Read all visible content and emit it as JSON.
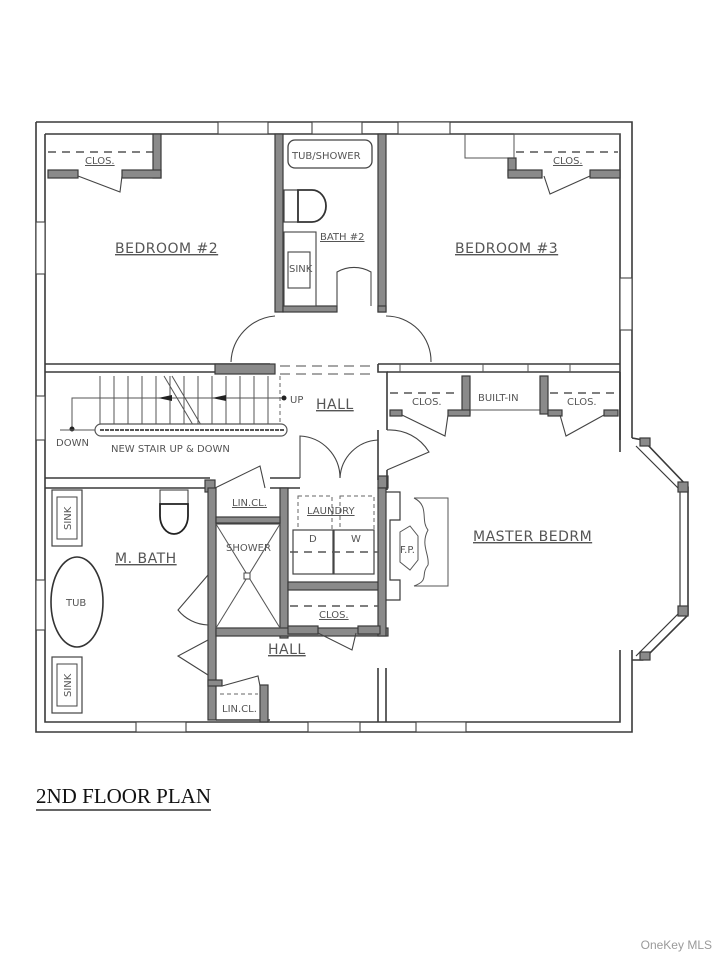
{
  "plan": {
    "title": "2ND FLOOR PLAN",
    "watermark": "OneKey MLS",
    "rooms": {
      "bedroom2": "BEDROOM #2",
      "bedroom3": "BEDROOM #3",
      "bath2": "BATH #2",
      "hall_upper": "HALL",
      "master_bedroom": "MASTER BEDRM",
      "master_bath": "M. BATH",
      "hall_lower": "HALL",
      "laundry": "LAUNDRY"
    },
    "fixtures": {
      "closet_bed2": "CLOS.",
      "closet_bed3": "CLOS.",
      "tub_shower": "TUB/SHOWER",
      "sink_bath2": "SINK",
      "closet_master_left": "CLOS.",
      "built_in": "BUILT-IN",
      "closet_master_right": "CLOS.",
      "linen_closet_upper": "LIN.CL.",
      "shower": "SHOWER",
      "dryer": "D",
      "washer": "W",
      "closet_hall": "CLOS.",
      "linen_closet_lower": "LIN.CL.",
      "tub": "TUB",
      "sink_top": "SINK",
      "sink_bottom": "SINK",
      "fireplace": "F.P."
    },
    "stair": {
      "label": "NEW STAIR UP & DOWN",
      "up": "UP",
      "down": "DOWN"
    }
  }
}
